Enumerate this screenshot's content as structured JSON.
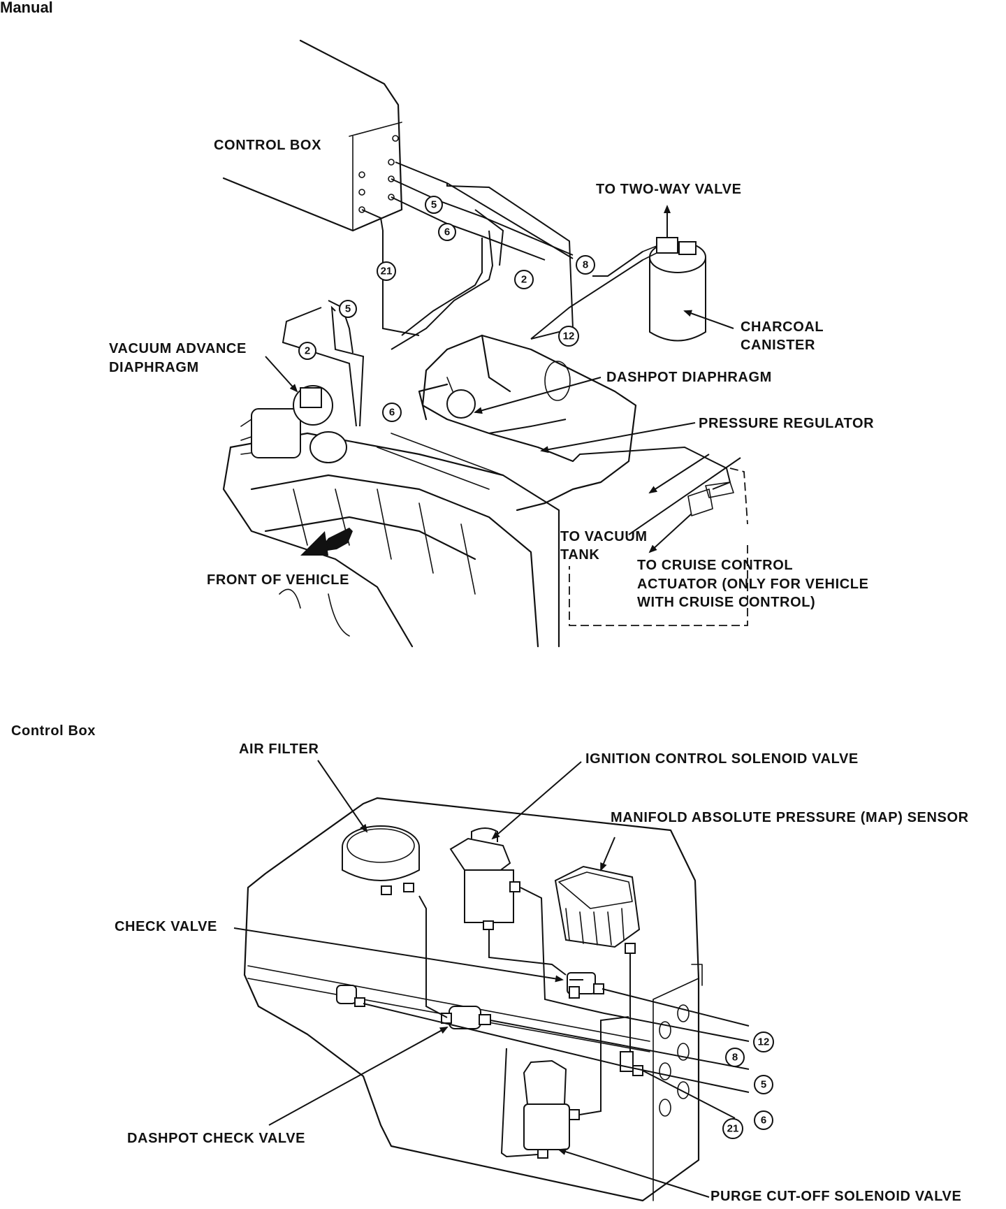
{
  "sections": {
    "manual": "Manual",
    "control_box": "Control Box"
  },
  "labels": {
    "control_box": "CONTROL BOX",
    "to_two_way_valve": "TO TWO-WAY VALVE",
    "charcoal_canister_1": "CHARCOAL",
    "charcoal_canister_2": "CANISTER",
    "vacuum_advance_1": "VACUUM ADVANCE",
    "vacuum_advance_2": "DIAPHRAGM",
    "dashpot_diaphragm": "DASHPOT DIAPHRAGM",
    "pressure_regulator": "PRESSURE REGULATOR",
    "to_vacuum_tank_1": "TO VACUUM",
    "to_vacuum_tank_2": "TANK",
    "front_of_vehicle": "FRONT OF VEHICLE",
    "cruise_1": "TO CRUISE CONTROL",
    "cruise_2": "ACTUATOR (ONLY FOR VEHICLE",
    "cruise_3": "WITH CRUISE CONTROL)",
    "air_filter": "AIR FILTER",
    "ignition_solenoid": "IGNITION CONTROL SOLENOID VALVE",
    "map_sensor": "MANIFOLD ABSOLUTE PRESSURE (MAP) SENSOR",
    "check_valve": "CHECK VALVE",
    "dashpot_check_valve": "DASHPOT CHECK VALVE",
    "purge_solenoid": "PURGE CUT-OFF SOLENOID VALVE"
  },
  "hose_numbers": {
    "top_5": "5",
    "top_6": "6",
    "top_8": "8",
    "top_2_right": "2",
    "top_21": "21",
    "top_12": "12",
    "top_5_left": "5",
    "top_2_left": "2",
    "top_6_low": "6",
    "box_12": "12",
    "box_8": "8",
    "box_5": "5",
    "box_6": "6",
    "box_21": "21"
  }
}
